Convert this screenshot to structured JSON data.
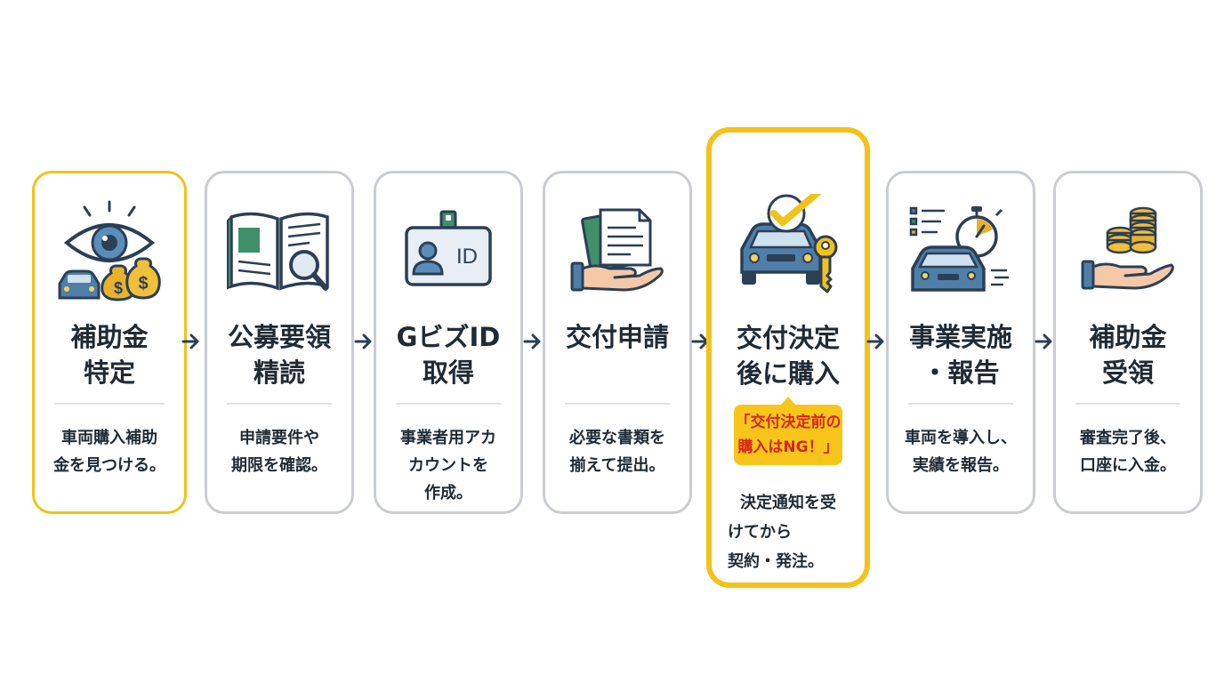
{
  "steps": [
    {
      "title": [
        "補助金",
        "特定"
      ],
      "desc": [
        "車両購入補助",
        "金を見つける。"
      ],
      "icon": "eye-car-money-icon"
    },
    {
      "title": [
        "公募要領",
        "精読"
      ],
      "desc": [
        "申請要件や",
        "期限を確認。"
      ],
      "icon": "book-magnifier-icon"
    },
    {
      "title": [
        "GビズID",
        "取得"
      ],
      "desc": [
        "事業者用アカ",
        "カウントを",
        "作成。"
      ],
      "icon": "id-card-icon",
      "badge": "ID"
    },
    {
      "title": [
        "交付申請"
      ],
      "desc": [
        "必要な書類を",
        "揃えて提出。"
      ],
      "icon": "documents-hand-icon"
    },
    {
      "title": [
        "交付決定",
        "後に購入"
      ],
      "warning": [
        "「交付決定前の",
        "購入はNG！」"
      ],
      "desc": [
        "決定通知を受",
        "けてから",
        "契約・発注。"
      ],
      "icon": "car-check-key-icon"
    },
    {
      "title": [
        "事業実施",
        "・報告"
      ],
      "desc": [
        "車両を導入し、",
        "実績を報告。"
      ],
      "icon": "car-stopwatch-icon"
    },
    {
      "title": [
        "補助金",
        "受領"
      ],
      "desc": [
        "審査完了後、",
        "口座に入金。"
      ],
      "icon": "coins-hand-icon"
    }
  ],
  "colors": {
    "highlight": "#f3c21a",
    "border": "#c9ccd1",
    "warning_bg": "#f8c61b",
    "warning_text": "#d5251c",
    "navy": "#2b3f55",
    "blue": "#4f7fa8",
    "green": "#3f8f6a",
    "gold": "#e9b22d"
  }
}
